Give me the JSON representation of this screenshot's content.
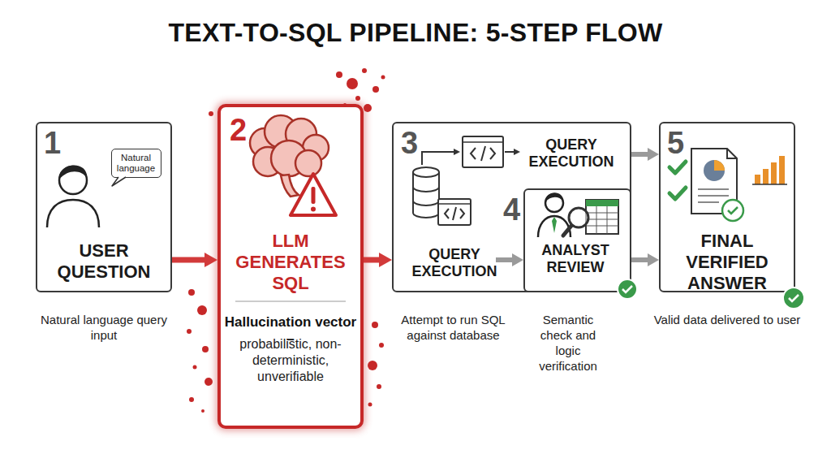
{
  "diagram": {
    "title": "TEXT-TO-SQL PIPELINE: 5-STEP FLOW",
    "nodes": [
      {
        "text": [
          "1",
          "USER QUESTION",
          "Natural language query input"
        ]
      },
      {
        "text": [
          "Natural language"
        ],
        "in": 0
      },
      {
        "text": [
          "2",
          "LLM GENERATES SQL",
          "Hallucination vector –",
          "probabilistic, non-deterministic, unverifiable"
        ]
      },
      {
        "text": [
          "3",
          "QUERY EXECUTION",
          "QUERY EXECUTION",
          "Attempt to run SQL against database"
        ]
      },
      {
        "text": [
          "4",
          "ANALYST REVIEW",
          "Semantic check and logic verification"
        ],
        "in": 3
      },
      {
        "text": [
          "5",
          "FINAL VERIFIED ANSWER",
          "Valid data delivered to user"
        ]
      }
    ],
    "edges": [
      {
        "from": 0,
        "to": 2,
        "arrow": "to"
      },
      {
        "from": 2,
        "to": 3,
        "arrow": "to"
      },
      {
        "from": 3,
        "to": 4,
        "arrow": "to"
      },
      {
        "from": 3,
        "to": 5,
        "arrow": "to"
      },
      {
        "from": 4,
        "to": 5,
        "arrow": "to"
      }
    ]
  }
}
